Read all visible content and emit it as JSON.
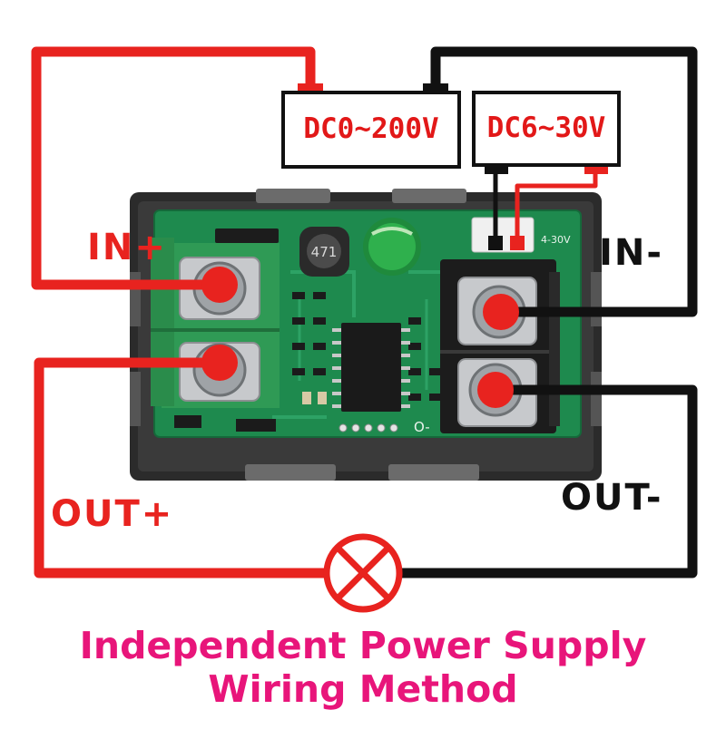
{
  "labels": {
    "in_plus": "IN+",
    "in_minus": "IN-",
    "out_plus": "OUT+",
    "out_minus": "OUT-"
  },
  "supplies": {
    "measured": "DC0~200V",
    "power": "DC6~30V"
  },
  "pcb": {
    "inductor_mark": "471",
    "power_range_mark": "4-30V",
    "out_mark": "O-"
  },
  "caption": {
    "line1": "Independent Power Supply",
    "line2": "Wiring Method"
  },
  "colors": {
    "red_wire": "#e8231f",
    "black_wire": "#111111",
    "board_green": "#1e8a4e",
    "terminal_green": "#2f9a55",
    "caption": "#e8157a"
  }
}
